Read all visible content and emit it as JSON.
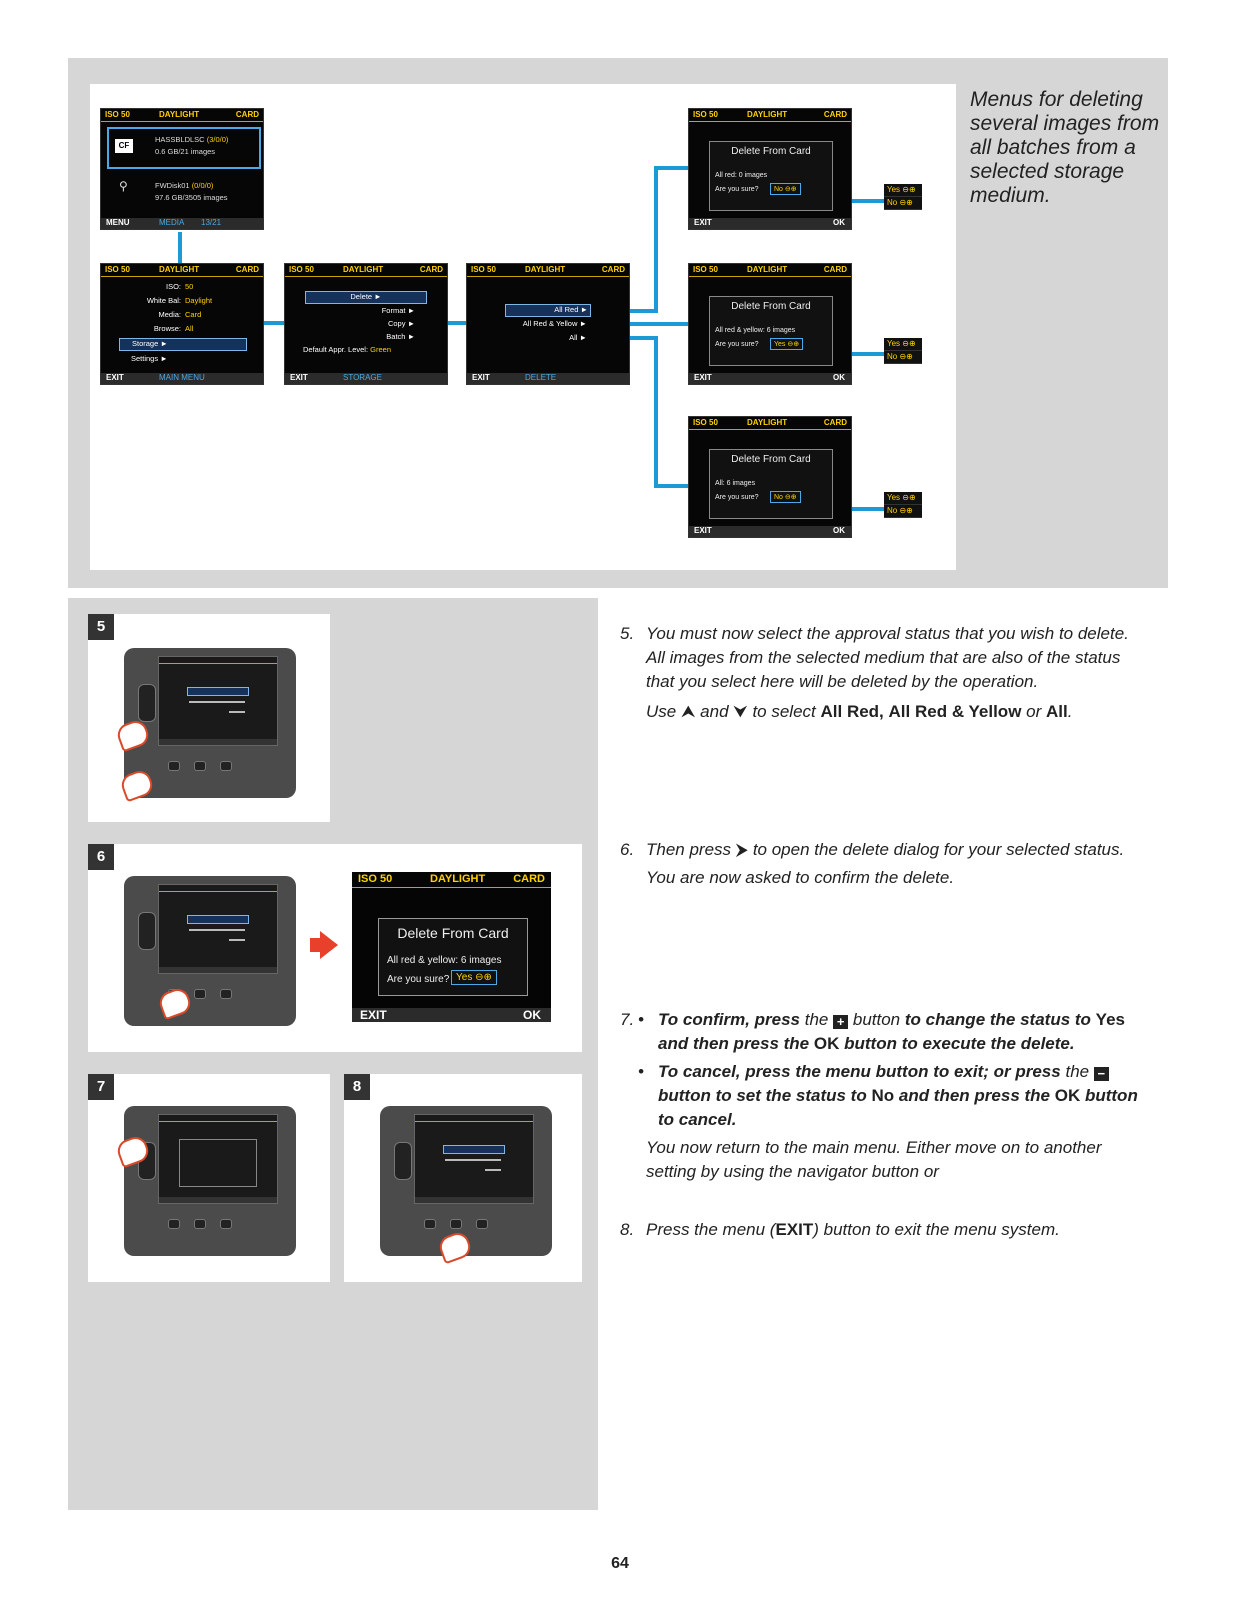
{
  "caption": "Menus for deleting several images from all batches from a selected storage medium.",
  "screen_header": {
    "iso": "ISO 50",
    "daylight": "DAYLIGHT",
    "card": "CARD"
  },
  "media_screen": {
    "cf_icon": "CF",
    "card1_name": "HASSBLDLSC",
    "card1_counts": "(3/0/0)",
    "card1_info": "0.6 GB/21 images",
    "card2_name": "FWDisk01",
    "card2_counts": "(0/0/0)",
    "card2_info": "97.6 GB/3505 images",
    "footer_left": "MENU",
    "footer_mid": "MEDIA",
    "footer_right": "13/21"
  },
  "main_menu_screen": {
    "items": [
      {
        "label": "ISO:",
        "value": "50"
      },
      {
        "label": "White Bal:",
        "value": "Daylight"
      },
      {
        "label": "Media:",
        "value": "Card"
      },
      {
        "label": "Browse:",
        "value": "All"
      }
    ],
    "storage": "Storage",
    "settings": "Settings",
    "footer_left": "EXIT",
    "footer_mid": "MAIN MENU"
  },
  "storage_screen": {
    "items": [
      "Delete",
      "Format",
      "Copy",
      "Batch"
    ],
    "default_label": "Default Appr. Level:",
    "default_value": "Green",
    "footer_left": "EXIT",
    "footer_mid": "STORAGE"
  },
  "delete_screen": {
    "items": [
      "All Red",
      "All Red & Yellow",
      "All"
    ],
    "footer_left": "EXIT",
    "footer_mid": "DELETE"
  },
  "confirm_screens": [
    {
      "title": "Delete From Card",
      "line": "All red: 0 images",
      "question": "Are you sure?",
      "value": "No",
      "footer_left": "EXIT",
      "footer_right": "OK"
    },
    {
      "title": "Delete From Card",
      "line": "All red & yellow: 6 images",
      "question": "Are you sure?",
      "value": "Yes",
      "footer_left": "EXIT",
      "footer_right": "OK"
    },
    {
      "title": "Delete From Card",
      "line": "All: 6 images",
      "question": "Are you sure?",
      "value": "No",
      "footer_left": "EXIT",
      "footer_right": "OK"
    }
  ],
  "yes_no": {
    "yes": "Yes",
    "no": "No"
  },
  "photo_numbers": [
    "5",
    "6",
    "7",
    "8"
  ],
  "big_screen": {
    "title": "Delete From Card",
    "line": "All red & yellow: 6 images",
    "question": "Are you sure?",
    "value": "Yes",
    "footer_left": "EXIT",
    "footer_right": "OK"
  },
  "steps": {
    "s5_num": "5.",
    "s5_text": "You must now select the approval status that you wish to delete. All images from the selected medium that are also of the status that you select here will be deleted by the operation.",
    "s5_use": "Use",
    "s5_and": "and",
    "s5_to_select": "to select",
    "s5_opt1": "All Red,",
    "s5_opt2": "All Red & Yellow",
    "s5_or": "or",
    "s5_opt3": "All",
    "s5_end": ".",
    "s6_num": "6.",
    "s6_text": "Then press",
    "s6_text2": "to open the delete dialog for your selected status.",
    "s6_confirm": "You are now asked to confirm the delete.",
    "s7_num": "7.",
    "b1_a": "To confirm, press",
    "b1_the": "the",
    "b1_b": "button",
    "b1_c": "to change the status to",
    "b1_yes": "Yes",
    "b1_d": "and then press the",
    "b1_ok": "OK",
    "b1_e": "button to execute the delete.",
    "b2_a": "To cancel, press the menu button to exit; or press",
    "b2_the": "the",
    "b2_b": "button to set the status to",
    "b2_no": "No",
    "b2_c": "and then press the",
    "b2_ok": "OK",
    "b2_d": "button to cancel.",
    "s7_return": "You now return to the main menu. Either move on to another setting by using the navigator button or",
    "s8_num": "8.",
    "s8_a": "Press the menu (",
    "s8_exit": "EXIT",
    "s8_b": ") button to exit the menu system."
  },
  "page_number": "64",
  "colors": {
    "connector": "#1d9ad6",
    "accent_arrow": "#e8402a",
    "screen_yellow": "#ffd200"
  }
}
